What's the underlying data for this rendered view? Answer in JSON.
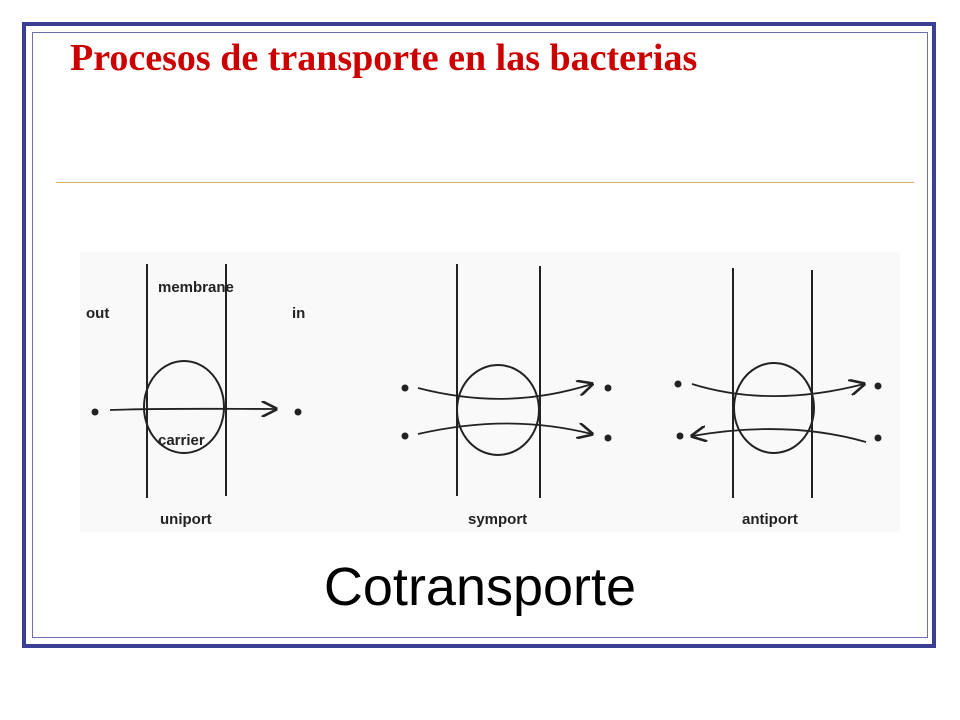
{
  "slide": {
    "title": "Procesos de transporte en las bacterias",
    "caption": "Cotransporte"
  },
  "diagram": {
    "uniport": {
      "label_membrane": "membrane",
      "label_out": "out",
      "label_in": "in",
      "label_carrier": "carrier",
      "label_name": "uniport"
    },
    "symport": {
      "label_name": "symport"
    },
    "antiport": {
      "label_name": "antiport"
    }
  },
  "colors": {
    "title": "#cc0000",
    "frame": "#3b3f94",
    "rule": "#d8b060",
    "ink": "#222222"
  }
}
